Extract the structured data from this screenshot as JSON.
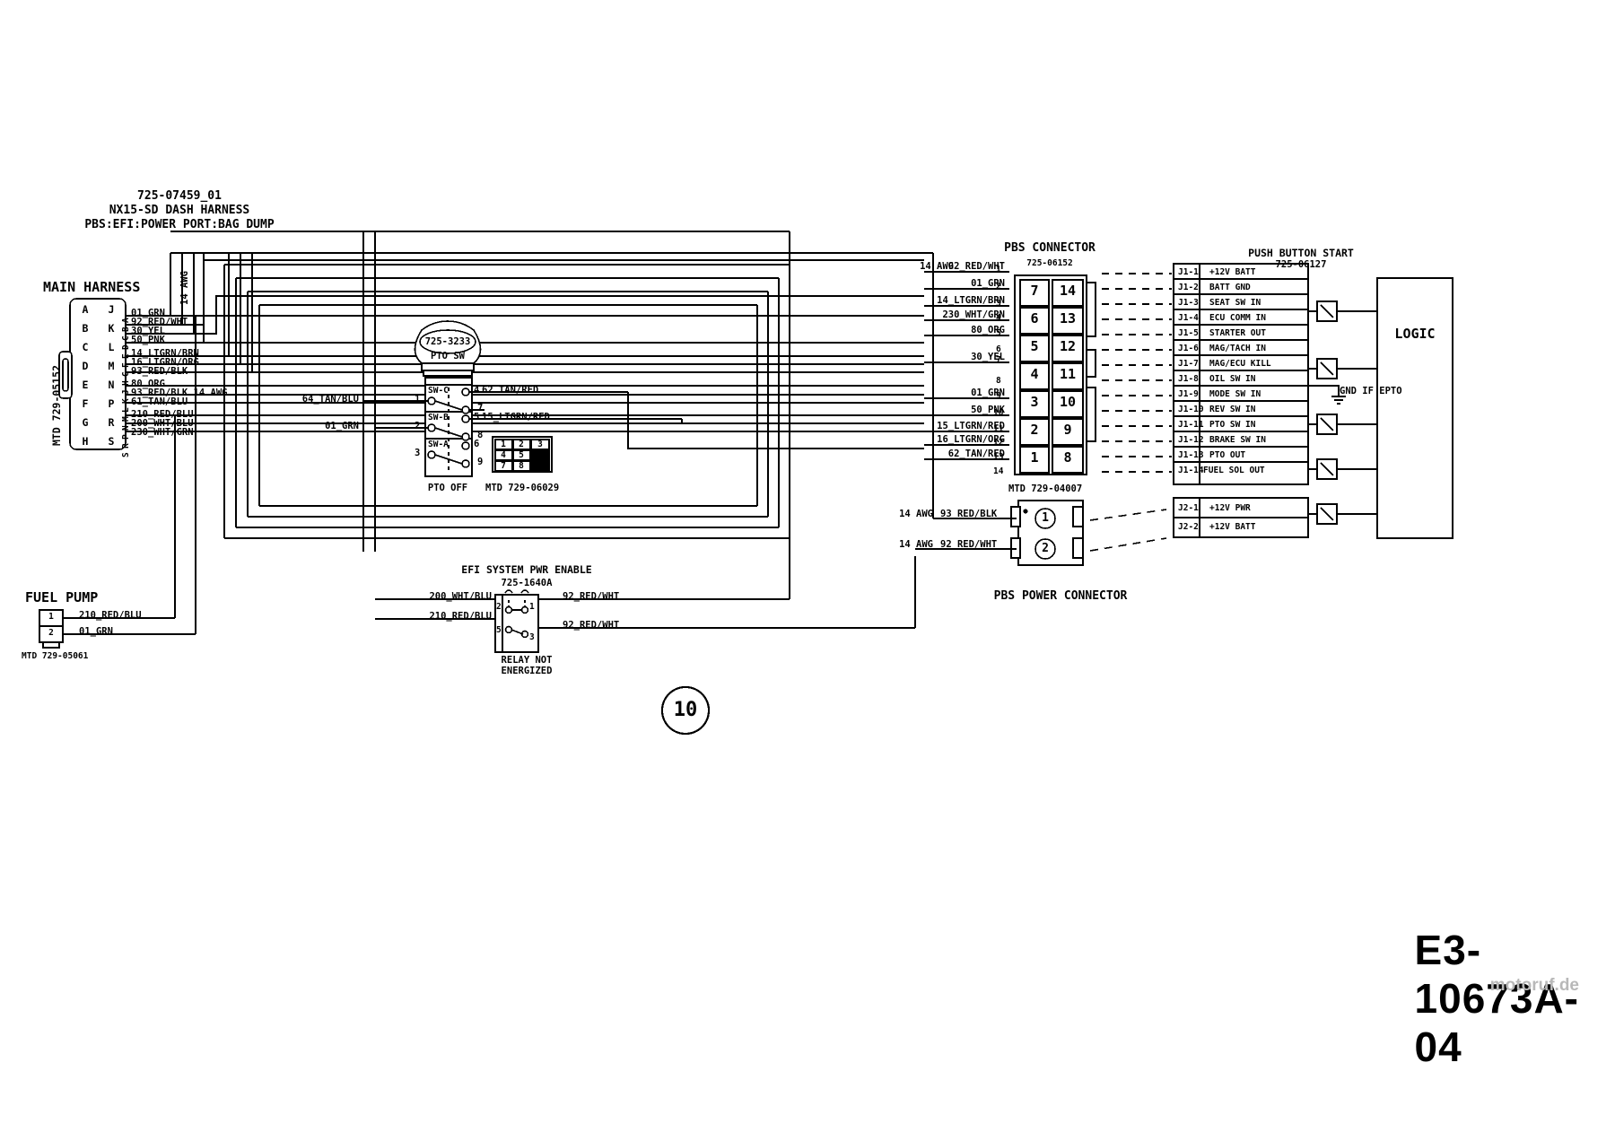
{
  "sheet": {
    "drawing_number": "E3-10673A-04",
    "balloon_number": "10",
    "watermark": "motoruf.de"
  },
  "title_block": {
    "part_number": "725-07459_01",
    "line2": "NX15-SD DASH HARNESS",
    "line3": "PBS:EFI:POWER PORT:BAG DUMP"
  },
  "main_harness": {
    "label": "MAIN HARNESS",
    "connector_pn": "MTD 729-05152",
    "pins_left": [
      "A",
      "B",
      "C",
      "D",
      "E",
      "F",
      "G",
      "H"
    ],
    "pins_right": [
      "J",
      "K",
      "L",
      "M",
      "N",
      "P",
      "R",
      "S"
    ],
    "wire_rows": [
      {
        "pin": "A",
        "wire": "01_GRN"
      },
      {
        "pin": "B",
        "wire": "92_RED/WHT"
      },
      {
        "pin": "C",
        "wire": "30_YEL"
      },
      {
        "pin": "D",
        "wire": "50_PNK"
      },
      {
        "pin": "E",
        "wire": ""
      },
      {
        "pin": "F",
        "wire": "14_LTGRN/BRN"
      },
      {
        "pin": "G",
        "wire": "16_LTGRN/ORG"
      },
      {
        "pin": "H",
        "wire": "93_RED/BLK"
      },
      {
        "pin": "J",
        "wire": ""
      },
      {
        "pin": "K",
        "wire": "80_ORG"
      },
      {
        "pin": "L",
        "wire": "93_RED/BLK 14 AWG"
      },
      {
        "pin": "M",
        "wire": "61_TAN/BLU"
      },
      {
        "pin": "N",
        "wire": ""
      },
      {
        "pin": "P",
        "wire": "210_RED/BLU"
      },
      {
        "pin": "R",
        "wire": "200_WHT/BLU"
      },
      {
        "pin": "S",
        "wire": "230_WHT/GRN"
      }
    ],
    "awg_note": "14 AWG"
  },
  "pto_switch": {
    "part_number": "725-3233",
    "name": "PTO SW",
    "state_label": "PTO OFF",
    "connector_pn": "MTD 729-06029",
    "sections": [
      "SW-C",
      "SW-B",
      "SW-A"
    ],
    "left_terminals": [
      {
        "pin": "1",
        "wire": "64_TAN/BLU"
      },
      {
        "pin": "2",
        "wire": "01_GRN"
      },
      {
        "pin": "3",
        "wire": ""
      }
    ],
    "right_terminals": [
      {
        "pin": "4",
        "wire": "62_TAN/RED"
      },
      {
        "pin": "7",
        "wire": ""
      },
      {
        "pin": "5",
        "wire": "15_LTGRN/RED"
      },
      {
        "pin": "8",
        "wire": ""
      },
      {
        "pin": "6",
        "wire": ""
      },
      {
        "pin": "9",
        "wire": ""
      }
    ],
    "pin_matrix": [
      "1",
      "2",
      "3",
      "4",
      "5",
      "6",
      "7",
      "8",
      "9"
    ]
  },
  "efi_relay": {
    "title": "EFI SYSTEM PWR ENABLE",
    "part_number": "725-1640A",
    "state_line1": "RELAY NOT",
    "state_line2": "ENERGIZED",
    "left_wires": [
      "200_WHT/BLU",
      "210_RED/BLU"
    ],
    "right_wires": [
      "92_RED/WHT",
      "92_RED/WHT"
    ],
    "pins": [
      "2",
      "1",
      "5",
      "3"
    ]
  },
  "fuel_pump": {
    "label": "FUEL PUMP",
    "connector_pn": "MTD 729-05061",
    "pins": [
      "1",
      "2"
    ],
    "wires": [
      "210_RED/BLU",
      "01_GRN"
    ]
  },
  "pbs_connector": {
    "title": "PBS CONNECTOR",
    "part_number": "725-06152",
    "pins_left": [
      "7",
      "6",
      "5",
      "4",
      "3",
      "2",
      "1"
    ],
    "pins_right": [
      "14",
      "13",
      "12",
      "11",
      "10",
      "9",
      "8"
    ],
    "wire_rows": [
      {
        "num": "1",
        "awg": "14 AWG",
        "wire": "92_RED/WHT"
      },
      {
        "num": "2",
        "awg": "",
        "wire": "01_GRN"
      },
      {
        "num": "3",
        "awg": "",
        "wire": "14_LTGRN/BRN"
      },
      {
        "num": "4",
        "awg": "",
        "wire": "230_WHT/GRN"
      },
      {
        "num": "5",
        "awg": "",
        "wire": "80_ORG"
      },
      {
        "num": "6",
        "awg": "",
        "wire": ""
      },
      {
        "num": "7",
        "awg": "",
        "wire": "30_YEL"
      },
      {
        "num": "8",
        "awg": "",
        "wire": ""
      },
      {
        "num": "9",
        "awg": "",
        "wire": "01_GRN"
      },
      {
        "num": "10",
        "awg": "",
        "wire": "50_PNK"
      },
      {
        "num": "11",
        "awg": "",
        "wire": "15_LTGRN/RED"
      },
      {
        "num": "12",
        "awg": "",
        "wire": "16_LTGRN/ORG"
      },
      {
        "num": "13",
        "awg": "",
        "wire": "62_TAN/RED"
      },
      {
        "num": "14",
        "awg": "",
        "wire": ""
      }
    ]
  },
  "pbs_power_connector": {
    "title": "PBS POWER CONNECTOR",
    "part_number": "MTD 729-04007",
    "rows": [
      {
        "pin": "1",
        "awg": "14 AWG",
        "wire": "93_RED/BLK"
      },
      {
        "pin": "2",
        "awg": "14 AWG",
        "wire": "92_RED/WHT"
      }
    ]
  },
  "push_button_start": {
    "title": "PUSH BUTTON START",
    "part_number": "725-06127",
    "logic_label": "LOGIC",
    "epto_note": "GND IF EPTO",
    "j1_pins": [
      {
        "id": "J1-1",
        "name": "+12V BATT"
      },
      {
        "id": "J1-2",
        "name": "BATT GND"
      },
      {
        "id": "J1-3",
        "name": "SEAT SW IN"
      },
      {
        "id": "J1-4",
        "name": "ECU COMM IN"
      },
      {
        "id": "J1-5",
        "name": "STARTER OUT"
      },
      {
        "id": "J1-6",
        "name": "MAG/TACH IN"
      },
      {
        "id": "J1-7",
        "name": "MAG/ECU KILL"
      },
      {
        "id": "J1-8",
        "name": "OIL SW IN"
      },
      {
        "id": "J1-9",
        "name": "MODE SW IN"
      },
      {
        "id": "J1-10",
        "name": "REV SW IN"
      },
      {
        "id": "J1-11",
        "name": "PTO SW IN"
      },
      {
        "id": "J1-12",
        "name": "BRAKE SW IN"
      },
      {
        "id": "J1-13",
        "name": "PTO OUT"
      },
      {
        "id": "J1-14",
        "name": "FUEL SOL OUT"
      }
    ],
    "j2_pins": [
      {
        "id": "J2-1",
        "name": "+12V PWR"
      },
      {
        "id": "J2-2",
        "name": "+12V BATT"
      }
    ]
  }
}
